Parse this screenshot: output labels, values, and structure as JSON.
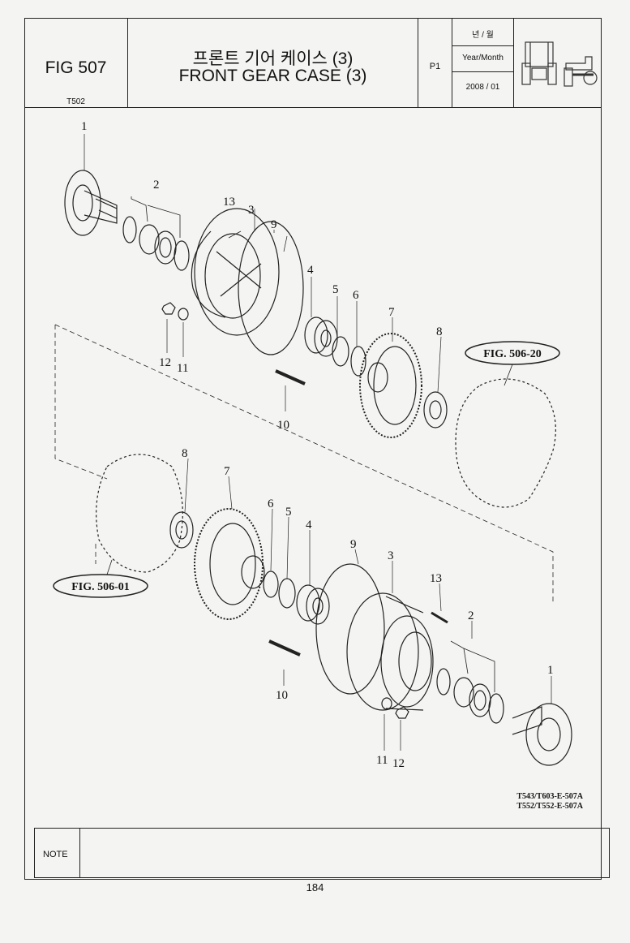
{
  "header": {
    "fig_number": "FIG 507",
    "model_code": "T502",
    "title_korean": "프론트 기어 케이스 (3)",
    "title_english": "FRONT GEAR CASE (3)",
    "page_label": "P1",
    "date_label_korean": "년 / 월",
    "date_label_english": "Year/Month",
    "date_value": "2008 / 01"
  },
  "diagram": {
    "callouts_upper": [
      "1",
      "2",
      "13",
      "3",
      "9",
      "4",
      "5",
      "6",
      "7",
      "8",
      "12",
      "11",
      "10"
    ],
    "callouts_lower": [
      "8",
      "7",
      "6",
      "5",
      "4",
      "9",
      "3",
      "13",
      "2",
      "1",
      "10",
      "11",
      "12"
    ],
    "ref_upper": "FIG. 506-20",
    "ref_lower": "FIG. 506-01",
    "drawing_codes": [
      "T543/T603-E-507A",
      "T552/T552-E-507A"
    ]
  },
  "footer": {
    "note_label": "NOTE",
    "note_text": "",
    "page_number": "184"
  }
}
